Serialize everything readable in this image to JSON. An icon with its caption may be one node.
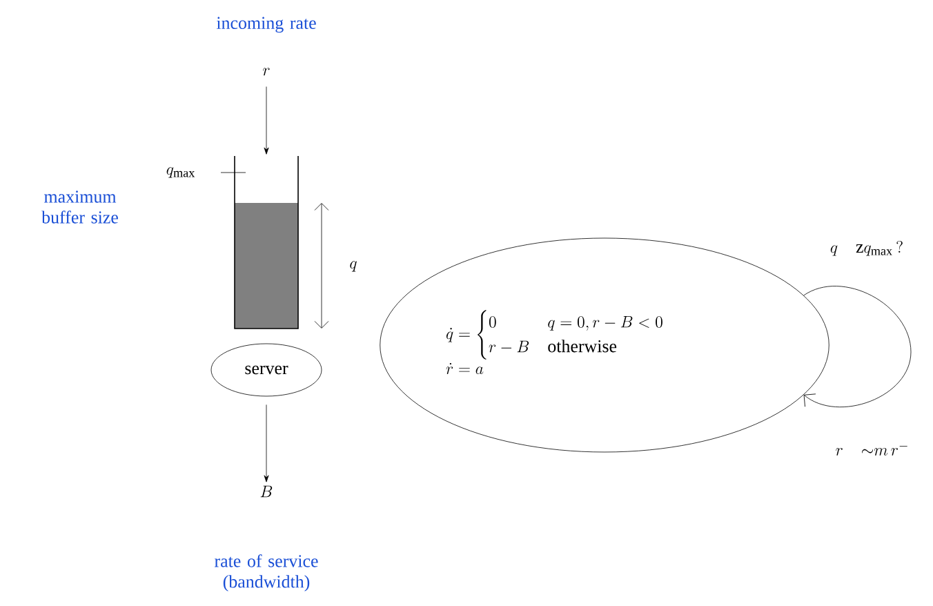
{
  "diagram": {
    "nodes": [
      {
        "text": [
          "r"
        ],
        "beside": [
          "incoming rate"
        ]
      },
      {
        "text": [],
        "shape": "box"
      },
      {
        "text": [
          "server"
        ]
      },
      {
        "text": [
          "B"
        ],
        "beside": [
          "rate of service (bandwidth)"
        ]
      },
      {
        "text": [
          "\\dot{q} = \\begin{cases} 0 & q = 0, r - B < 0 \\\\ r - B & \\text{otherwise} \\end{cases}",
          "\\dot{r} = a"
        ]
      }
    ],
    "edges": [
      {
        "from": 0,
        "to": 1,
        "arrow": "to"
      },
      {
        "from": 2,
        "to": 3,
        "arrow": "to"
      },
      {
        "from": 4,
        "to": 4,
        "arrow": "to",
        "label": "q \\quad \\mathrm{z} q_{\\max}\\,?"
      }
    ],
    "labels": [
      "q_{\\max}",
      "maximum buffer size",
      "q",
      "r \\quad {\\sim}m\\, r^{-}"
    ]
  }
}
